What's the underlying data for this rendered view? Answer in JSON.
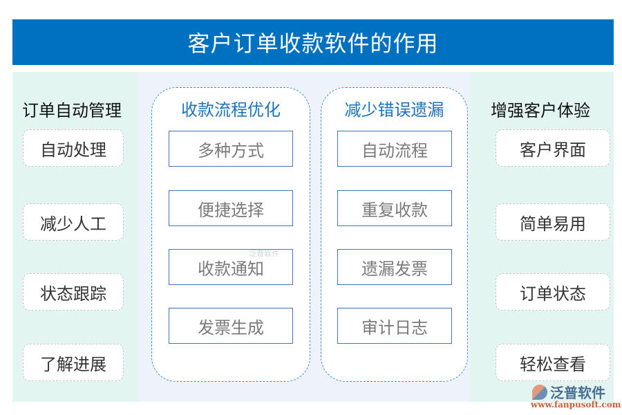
{
  "title": "客户订单收款软件的作用",
  "left": {
    "heading": "订单自动管理",
    "items": [
      "自动处理",
      "减少人工",
      "状态跟踪",
      "了解进展"
    ]
  },
  "middle_groups": [
    {
      "heading": "收款流程优化",
      "items": [
        "多种方式",
        "便捷选择",
        "收款通知",
        "发票生成"
      ]
    },
    {
      "heading": "减少错误遗漏",
      "items": [
        "自动流程",
        "重复收款",
        "遗漏发票",
        "审计日志"
      ]
    }
  ],
  "right": {
    "heading": "增强客户体验",
    "items": [
      "客户界面",
      "简单易用",
      "订单状态",
      "轻松查看"
    ]
  },
  "watermark": "泛普软件",
  "logo": {
    "name": "泛普软件",
    "url": "www.fanpusoft.com"
  },
  "colors": {
    "title_bg": "#0070c0",
    "side_bg": "#e3f5f1",
    "mid_bg": "#eef2fa",
    "group_head": "#1b72c1",
    "box_border": "#4472c4"
  }
}
